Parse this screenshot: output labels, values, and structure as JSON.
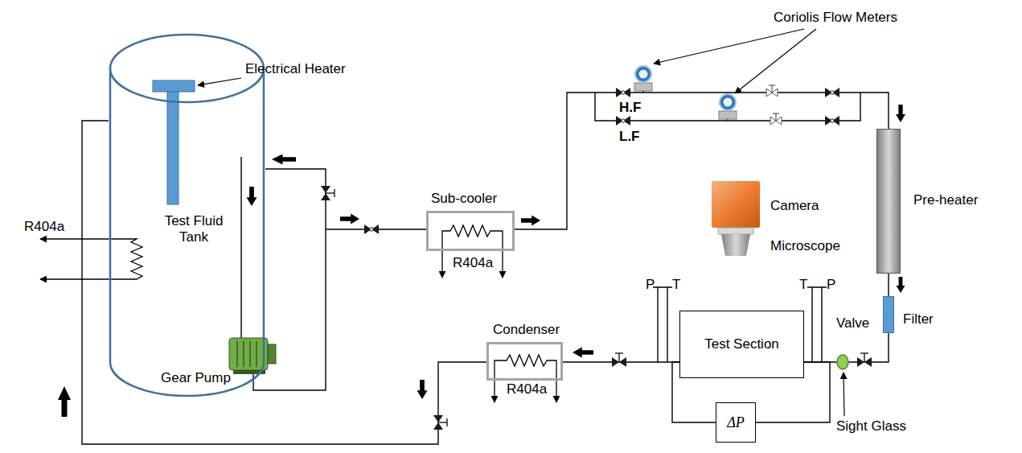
{
  "diagram": {
    "nodes": [
      {
        "text": [
          "Test Fluid Tank"
        ]
      },
      {
        "text": [
          "Sub-cooler"
        ]
      },
      {
        "text": [
          "Pre-heater"
        ]
      },
      {
        "text": [
          "Filter"
        ]
      },
      {
        "text": [
          "Test Section"
        ]
      },
      {
        "text": [
          "ΔP"
        ]
      },
      {
        "text": [
          "Condenser"
        ]
      }
    ],
    "edges": [
      {
        "from": 0,
        "to": 1,
        "arrow": "none"
      },
      {
        "from": 1,
        "to": 2,
        "arrow": "none"
      },
      {
        "from": 2,
        "to": 3,
        "arrow": "none"
      },
      {
        "from": 3,
        "to": 4,
        "arrow": "none"
      },
      {
        "from": 4,
        "to": 6,
        "arrow": "none"
      },
      {
        "from": 4,
        "to": 5,
        "arrow": "none"
      },
      {
        "from": 4,
        "to": 5,
        "arrow": "none"
      },
      {
        "from": 6,
        "to": 0,
        "arrow": "none"
      }
    ],
    "labels": [
      "Electrical Heater",
      "Coriolis Flow Meters",
      "H.F",
      "L.F",
      "R404a",
      "Gear Pump",
      "R404a",
      "Camera",
      "Microscope",
      "P",
      "T",
      "T",
      "P",
      "Valve",
      "R404a",
      "Sight Glass"
    ]
  }
}
